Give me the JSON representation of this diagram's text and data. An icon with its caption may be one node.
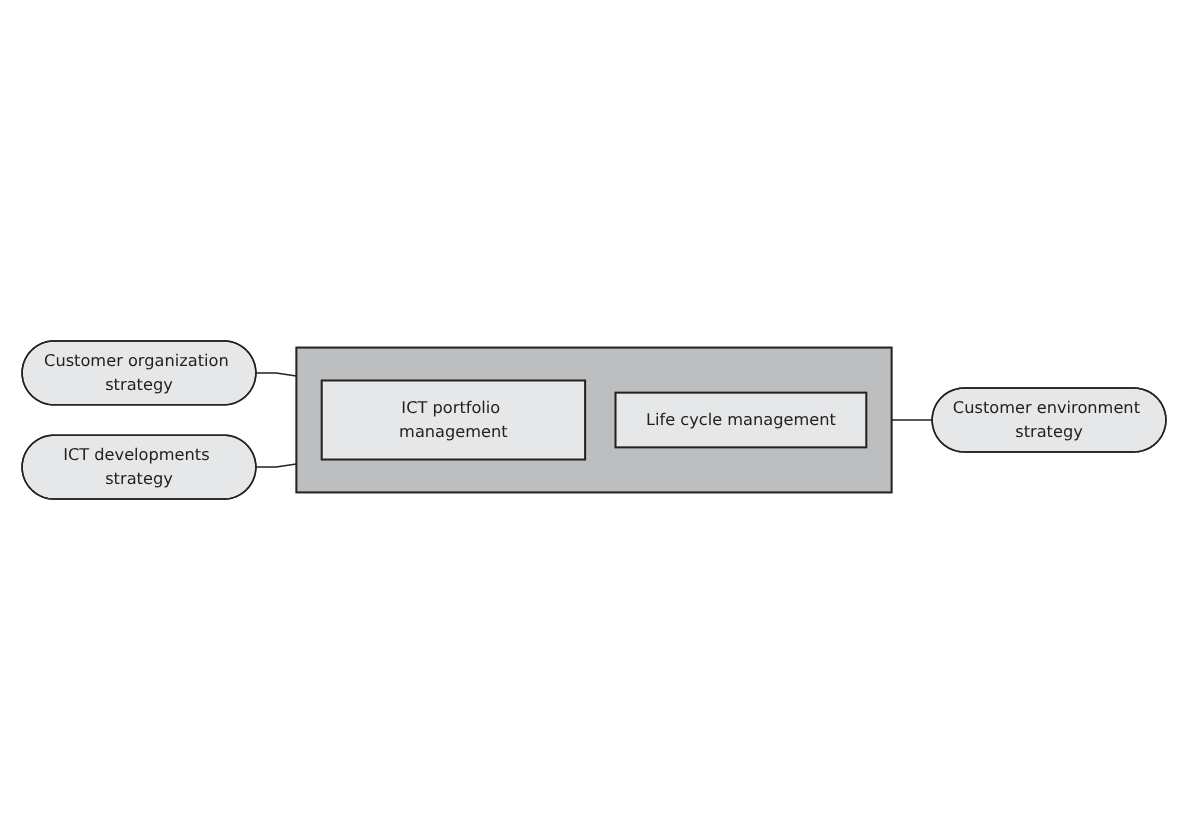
{
  "diagram": {
    "nodes": [
      {
        "text": [
          "Customer organization strategy"
        ]
      },
      {
        "text": [],
        "shape": "box"
      },
      {
        "text": [
          "ICT portfolio management"
        ],
        "in": 1
      },
      {
        "text": [
          "Life cycle management"
        ],
        "in": 1
      },
      {
        "text": [
          "ICT developments strategy"
        ]
      },
      {
        "text": [
          "Customer environment strategy"
        ]
      }
    ],
    "edges": [
      {
        "from": 0,
        "to": 1,
        "arrow": "none"
      },
      {
        "from": 4,
        "to": 1,
        "arrow": "none"
      },
      {
        "from": 1,
        "to": 5,
        "arrow": "none"
      }
    ]
  }
}
